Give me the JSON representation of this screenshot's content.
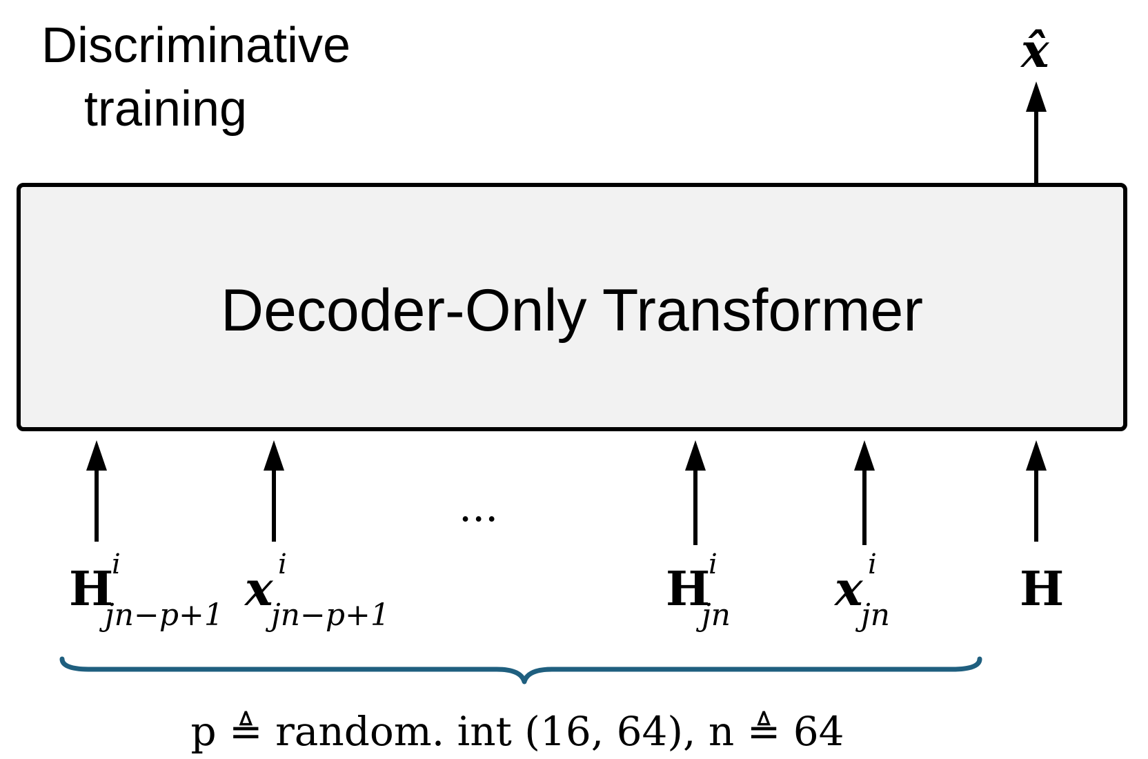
{
  "title": "Discriminative\ntraining",
  "box_label": "Decoder-Only Transformer",
  "output_label": "x̂",
  "ellipsis": "...",
  "inputs": [
    {
      "base": "H",
      "sup": "i",
      "sub": "jn−p+1"
    },
    {
      "base": "x",
      "sup": "i",
      "sub": "jn−p+1"
    },
    {
      "base": "H",
      "sup": "i",
      "sub": "jn"
    },
    {
      "base": "x",
      "sup": "i",
      "sub": "jn"
    },
    {
      "base": "H",
      "sup": "",
      "sub": ""
    }
  ],
  "formula": "p ≜ random. int (16, 64), n ≜ 64",
  "colors": {
    "brace": "#1f5f7f",
    "box_fill": "#f2f2f2"
  }
}
